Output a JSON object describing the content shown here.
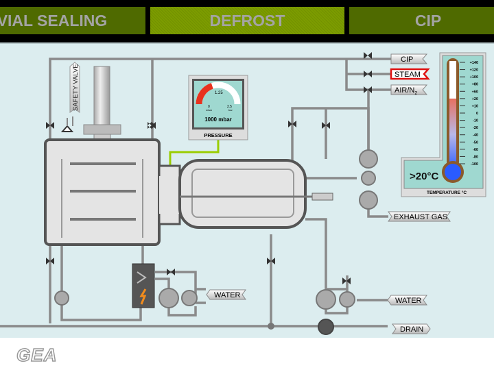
{
  "tabs": [
    {
      "label": "VIAL SEALING",
      "active": false
    },
    {
      "label": "DEFROST",
      "active": true
    },
    {
      "label": "CIP",
      "active": false
    }
  ],
  "colors": {
    "tab": "#4f6a00",
    "tab_active": "#7c9c00",
    "panel": "#dcedef",
    "steam_highlight": "#e01010",
    "pressure_fill": "#e8321e"
  },
  "diagram": {
    "safety_valve_label": "SAFETY VALVE",
    "media_labels": {
      "cip": "CIP",
      "steam": "STEAM",
      "air_n2": "AIR/N",
      "air_n2_sub": "2",
      "exhaust_gas": "EXHAUST GAS",
      "water_heater": "WATER",
      "water_condenser": "WATER",
      "drain": "DRAIN"
    },
    "active_media": "steam"
  },
  "pressure_gauge": {
    "title": "PRESSURE",
    "readout": "1000 mbar",
    "min_label": "0",
    "min_unit": "mbar",
    "mid_label": "1.25",
    "max_label": "2.5",
    "max_unit": "bar",
    "min": 0,
    "max": 2.5,
    "value": 1.0
  },
  "thermometer": {
    "title": "TEMPERATURE  °C",
    "readout": ">20°C",
    "scale": [
      "+140",
      "+120",
      "+100",
      "+80",
      "+60",
      "+20",
      "+10",
      "0",
      "-10",
      "-20",
      "-40",
      "-50",
      "-60",
      "-80",
      "-100"
    ],
    "level": "+20"
  },
  "logo": {
    "text": "GEA"
  }
}
